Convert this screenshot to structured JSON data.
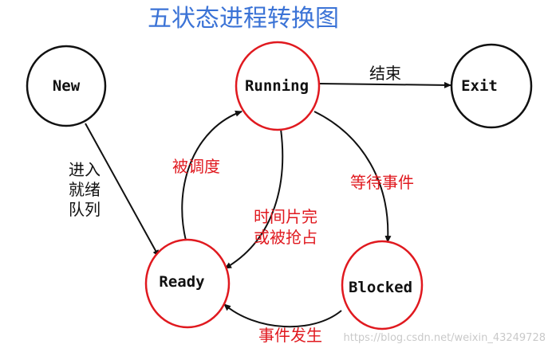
{
  "title": "五状态进程转换图",
  "colors": {
    "title": "#3b73d6",
    "black": "#111111",
    "red": "#e0191f",
    "watermark": "#c9c9c9"
  },
  "states": {
    "new": "New",
    "running": "Running",
    "exit": "Exit",
    "ready": "Ready",
    "blocked": "Blocked"
  },
  "transitions": {
    "running_exit": "结束",
    "new_ready": [
      "进入",
      "就绪",
      "队列"
    ],
    "ready_running": "被调度",
    "running_ready": [
      "时间片完",
      "或被抢占"
    ],
    "running_blocked": "等待事件",
    "blocked_ready": "事件发生"
  },
  "watermark": "https://blog.csdn.net/weixin_43249728"
}
